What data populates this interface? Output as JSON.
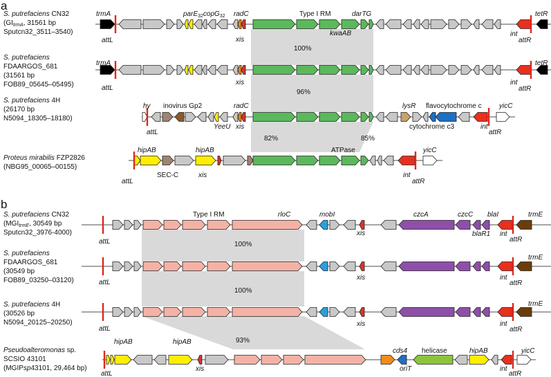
{
  "panels": {
    "a": {
      "letter": "a",
      "tracks": [
        {
          "organism": "S. putrefaciens",
          "organism_tail": " CN32",
          "lines": [
            "(GI",
            "31561 bp",
            "Sputcn32_3511–3540)"
          ],
          "gi_sub": "trmA",
          "gi_tail": ", 31561 bp",
          "labels": {
            "left_gene": "trmA",
            "att_left": "attL",
            "pare": "parE",
            "copg": "copG",
            "sub32": "32",
            "radc": "radC",
            "xis": "xis",
            "rm": "Type I RM",
            "dartg": "darTG",
            "kwa": "kwaAB",
            "int": "int",
            "att_right": "attR",
            "right_gene": "tetR"
          }
        },
        {
          "organism": "S. putrefaciens",
          "lines": [
            "FDAARGOS_681",
            "(31561 bp",
            "FOB89_05645–05495)"
          ],
          "labels": {
            "left_gene": "trmA",
            "att_left": "attL",
            "xis": "xis",
            "int": "int",
            "att_right": "attR",
            "right_gene": "tetR"
          }
        },
        {
          "organism": "S. putrefaciens",
          "organism_tail": " 4H",
          "lines": [
            "(26170 bp",
            "N5094_18305–18180)"
          ],
          "labels": {
            "hy": "hy",
            "att_left": "attL",
            "inovirus": "inovirus Gp2",
            "yeeu": "YeeU",
            "radc": "radC",
            "xis": "xis",
            "lysr": "lysR",
            "flavo": "flavocytochrome c",
            "cytc3": "cytochrome c3",
            "int": "int",
            "att_right": "attR",
            "yicc": "yicC"
          }
        },
        {
          "organism": "Proteus mirabilis",
          "organism_tail": " FZP2826",
          "lines": [
            "(NBG95_00065–00155)"
          ],
          "labels": {
            "hipab1": "hipAB",
            "hipab2": "hipAB",
            "att_left": "attL",
            "secc": "SEC-C",
            "xis": "xis",
            "atpase": "ATPase",
            "int": "int",
            "att_right": "attR",
            "yicc": "yicC"
          }
        }
      ],
      "identities": [
        "100%",
        "96%",
        "82%",
        "85%"
      ]
    },
    "b": {
      "letter": "b",
      "tracks": [
        {
          "organism": "S. putrefaciens",
          "organism_tail": " CN32",
          "lines": [
            "(MGI",
            "30549 bp",
            "Sputcn32_3976-4000)"
          ],
          "gi_sub": "trmE",
          "gi_tail": ", 30549 bp",
          "labels": {
            "att_left": "attL",
            "rm": "Type I RM",
            "rloc": "rloC",
            "mobi": "mobI",
            "xis": "xis",
            "czca": "czcA",
            "czcc": "czcC",
            "blai": "blaI",
            "blar1": "blaR1",
            "int": "int",
            "att_right": "attR",
            "trme": "trmE"
          }
        },
        {
          "organism": "S. putrefaciens",
          "lines": [
            "FDAARGOS_681",
            "(30549 bp",
            "FOB89_03250–03120)"
          ],
          "labels": {
            "att_left": "attL",
            "xis": "xis",
            "int": "int",
            "att_right": "attR",
            "trme": "trmE"
          }
        },
        {
          "organism": "S. putrefaciens",
          "organism_tail": " 4H",
          "lines": [
            "(30526 bp",
            "N5094_20125–20250)"
          ],
          "labels": {
            "att_left": "attL",
            "xis": "xis",
            "int": "int",
            "att_right": "attR",
            "trme": "trmE"
          }
        },
        {
          "organism": "Pseudoalteromonas",
          "organism_tail": " sp.",
          "lines": [
            "SCSIO 43101",
            "(MGIP",
            "sp",
            "43101, 29,464 bp)"
          ],
          "labels": {
            "hipab1": "hipAB",
            "hipab2": "hipAB",
            "hipab3": "hipAB",
            "att_left": "attL",
            "xis": "xis",
            "cds4": "cds4",
            "orit": "oriT",
            "helicase": "helicase",
            "int": "int",
            "att_right": "attR",
            "yicc": "yicC"
          }
        }
      ],
      "identities": [
        "100%",
        "100%",
        "93%"
      ]
    }
  },
  "gene_colors": {
    "rm_module": "#5cb85c",
    "hypothetical": "#c8c8c8",
    "att_site": "#e0261b",
    "integrase": "#e8301e",
    "excisionase": "#d9342b",
    "flank_gene": "#000000",
    "parE_copG": "#ffee00",
    "radC": "#e8880c",
    "inovirus": "#8b5a2b",
    "lysR": "#c9a26b",
    "cytochrome": "#1f6fc4",
    "secc": "#a08472",
    "type1rm_b": "#f4b2a6",
    "mobI": "#2aa0dc",
    "czc_operon": "#8e4fa8",
    "trmE": "#6b3d0c",
    "helicase": "#8cc43c",
    "cds4": "#1f6fc4",
    "orange_gene": "#f08c1a",
    "conservation": "#d9d9d9"
  }
}
